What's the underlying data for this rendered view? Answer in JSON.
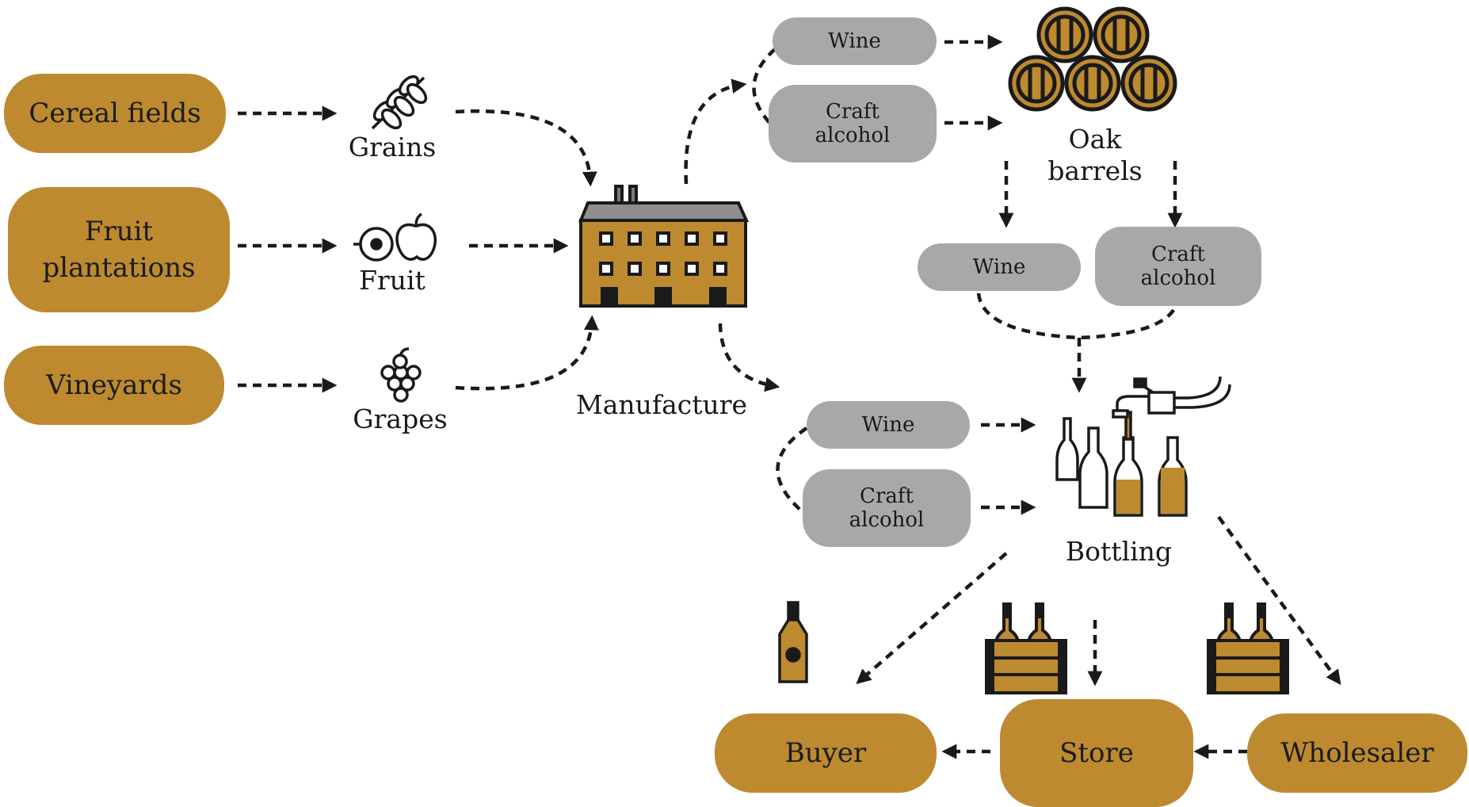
{
  "colors": {
    "gold": "#bd8a2f",
    "gray": "#a8a8a9",
    "ink": "#1a1a1a"
  },
  "sources": {
    "cereal_fields": "Cereal fields",
    "fruit_plantations": "Fruit\nplantations",
    "vineyards": "Vineyards"
  },
  "raw": {
    "grains": "Grains",
    "fruit": "Fruit",
    "grapes": "Grapes"
  },
  "manufacture": "Manufacture",
  "oak_barrels": "Oak\nbarrels",
  "bottling": "Bottling",
  "products": {
    "wine": "Wine",
    "craft_alcohol": "Craft\nalcohol"
  },
  "sales": {
    "buyer": "Buyer",
    "store": "Store",
    "wholesaler": "Wholesaler"
  },
  "icons": [
    "wheat-icon",
    "fruit-icon",
    "grapes-icon",
    "factory-icon",
    "barrels-icon",
    "bottling-machine-icon",
    "bottle-icon",
    "crate-icon"
  ]
}
